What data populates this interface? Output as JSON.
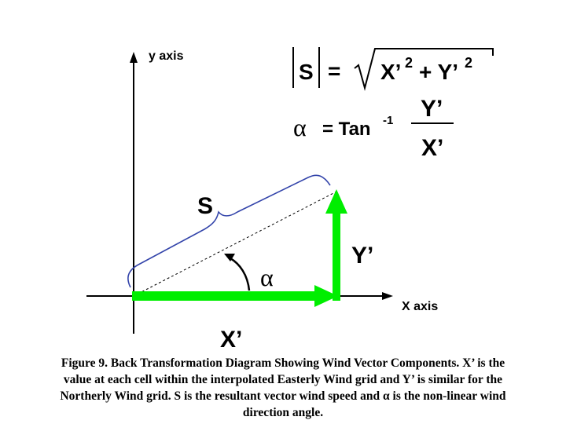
{
  "labels": {
    "y_axis": "y axis",
    "x_axis": "X axis",
    "s": "S",
    "y_prime": "Y’",
    "x_prime": "X’",
    "alpha": "α"
  },
  "formula_speed": {
    "lhs": "S",
    "equals": "=",
    "x_term": "X’",
    "exp1": "2",
    "plus": "+ Y’",
    "exp2": "2"
  },
  "formula_angle": {
    "alpha": "α",
    "equals_tan": "= Tan",
    "exponent": "-1",
    "numerator": "Y’",
    "denominator": "X’"
  },
  "caption": {
    "line1": "Figure 9.  Back Transformation Diagram Showing Wind Vector Components.  X’ is the",
    "line2": "value at each cell within the interpolated Easterly Wind grid and Y’ is similar for the",
    "line3": "Northerly Wind grid.  S is the resultant vector wind speed and α is the non-linear wind",
    "line4": "direction angle."
  },
  "colors": {
    "vector": "#00ee00",
    "brace": "#3344aa",
    "axis": "#000000"
  }
}
